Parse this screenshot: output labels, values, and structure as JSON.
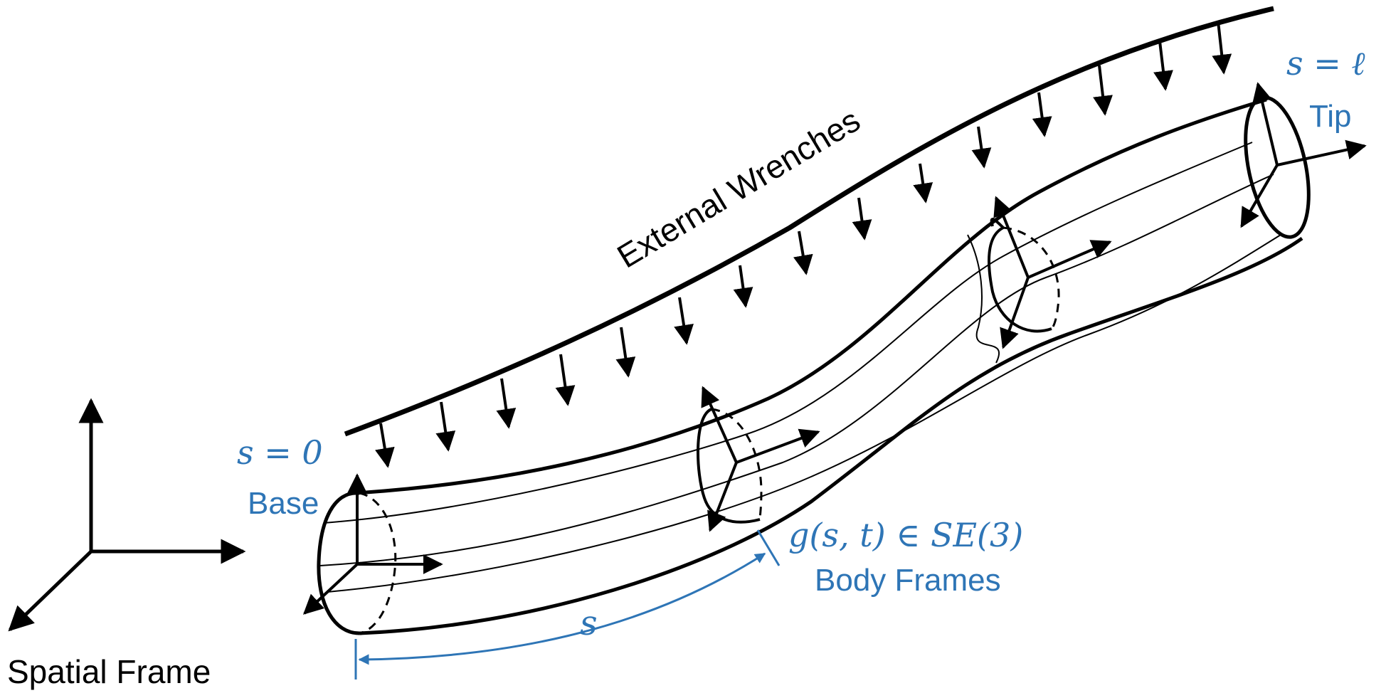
{
  "labels": {
    "external_wrenches": "External Wrenches",
    "spatial_frame": "Spatial Frame",
    "s_zero": "s = 0",
    "base": "Base",
    "s_ell": "s = ℓ",
    "tip": "Tip",
    "g_map": "g(s, t) ∈ SE(3)",
    "body_frames": "Body Frames",
    "arc_s": "s"
  },
  "colors": {
    "ink": "#000000",
    "accent": "#2e75b6"
  }
}
